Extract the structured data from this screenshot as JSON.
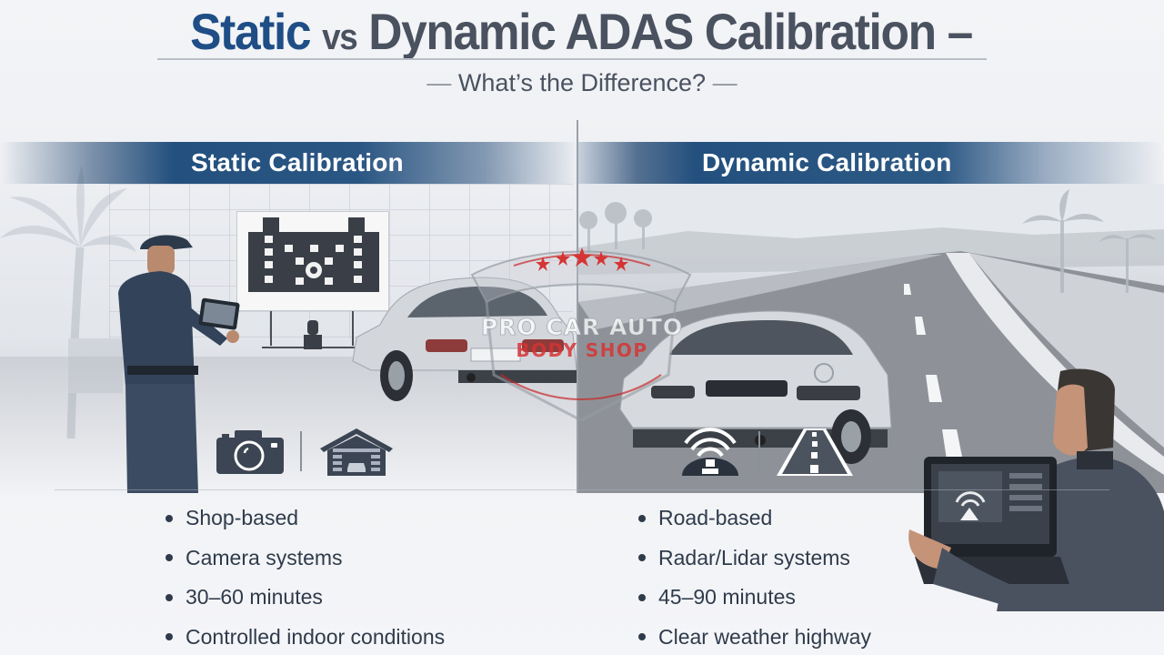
{
  "header": {
    "title_accent": "Static",
    "title_vs": "vs",
    "title_rest": "Dynamic ADAS Calibration –",
    "subtitle_dash_left": "—",
    "subtitle": "What’s the Difference?",
    "subtitle_dash_right": "—"
  },
  "colors": {
    "accent_blue": "#1f4e86",
    "banner_blue": "#23507e",
    "title_gray": "#4a5260",
    "bullet_text": "#2f3b4b",
    "logo_red": "#d63434"
  },
  "static": {
    "heading": "Static Calibration",
    "icons": [
      "camera-icon",
      "garage-icon"
    ],
    "scene": [
      "technician-with-tablet",
      "calibration-target-board",
      "silver-sedan",
      "indoor-shop"
    ],
    "bullets": [
      "Shop-based",
      "Camera systems",
      "30–60 minutes",
      "Controlled indoor conditions"
    ]
  },
  "dynamic": {
    "heading": "Dynamic Calibration",
    "icons": [
      "radar-icon",
      "road-icon"
    ],
    "scene": [
      "silver-sedan-on-highway",
      "technician-with-laptop",
      "palm-trees"
    ],
    "bullets": [
      "Road-based",
      "Radar/Lidar systems",
      "45–90 minutes",
      "Clear weather highway"
    ]
  },
  "watermark": {
    "line1": "PRO CAR AUTO",
    "line2": "BODY SHOP",
    "stars": 5
  }
}
